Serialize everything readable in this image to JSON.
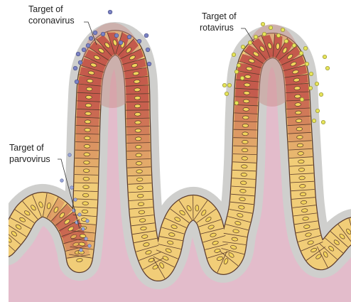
{
  "labels": {
    "coronavirus": [
      "Target of",
      "coronavirus"
    ],
    "rotavirus": [
      "Target of",
      "rotavirus"
    ],
    "parvovirus": [
      "Target of",
      "parvovirus"
    ]
  },
  "colors": {
    "background": "#ffffff",
    "lamina_propria": "#e3bccb",
    "mucus_layer": "#cfcfcd",
    "tip_glow": "#c88a86",
    "cell_tip_red": "#c2554a",
    "cell_crypt_yellow": "#f1cd78",
    "cell_outline": "#5b3b2c",
    "nucleus_fill": "#f3d45c",
    "coronavirus_particle": "#7a82c4",
    "rotavirus_particle": "#e6e45a",
    "parvovirus_particle": "#9aa6d8"
  }
}
